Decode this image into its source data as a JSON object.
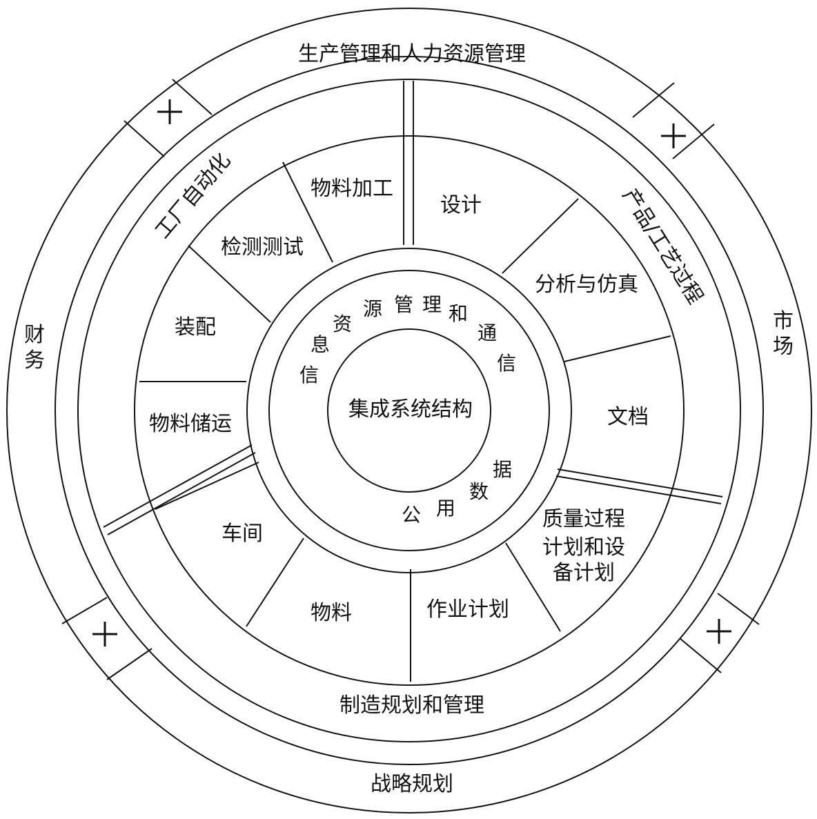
{
  "outer_ring": {
    "top": "生产管理和人力资源管理",
    "left_chars": [
      "财",
      "务"
    ],
    "right_chars": [
      "市",
      "场"
    ],
    "bottom": "战略规划"
  },
  "mid_ring": {
    "top_left": "工厂自动化",
    "top_right": "产品/工艺过程",
    "bottom": "制造规划和管理"
  },
  "sectors": [
    "物料加工",
    "设计",
    "分析与仿真",
    "文档",
    "质量过程",
    "计划和设",
    "备计划",
    "作业计划",
    "物料",
    "车间",
    "物料储运",
    "装配",
    "检测测试"
  ],
  "inner_ring": {
    "top_arc": [
      "信",
      "息",
      "资",
      "源",
      "管",
      "理",
      "和",
      "通",
      "信"
    ],
    "bottom_arc": [
      "公",
      "用",
      "数",
      "据"
    ]
  },
  "center": "集成系统结构",
  "cross_symbol": "+"
}
